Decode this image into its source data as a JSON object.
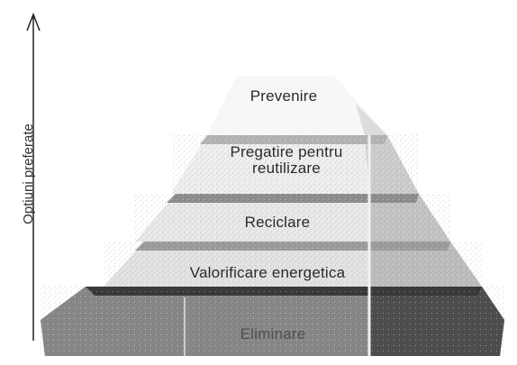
{
  "axis": {
    "label": "Optiuni preferate"
  },
  "tiers": [
    {
      "id": "prevenire",
      "label": "Prevenire"
    },
    {
      "id": "pregatire",
      "label_line1": "Pregatire pentru",
      "label_line2": "reutilizare"
    },
    {
      "id": "reciclare",
      "label": "Reciclare"
    },
    {
      "id": "valorificare",
      "label": "Valorificare energetica"
    },
    {
      "id": "eliminare",
      "label": "Eliminare"
    }
  ],
  "colors": {
    "ink": "#2b2b2b",
    "light_gray": "#d4d4d4",
    "mid_gray": "#a9a9a9",
    "dark_gray": "#7a7a7a",
    "darkest_gray": "#555555"
  }
}
